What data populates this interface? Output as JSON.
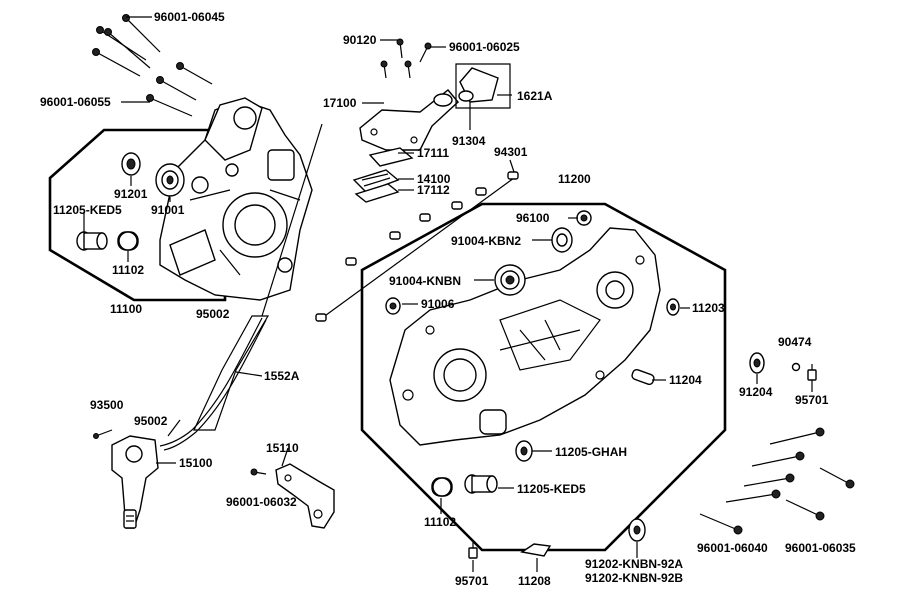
{
  "labels": {
    "l_96001_06045": "96001-06045",
    "l_96001_06055": "96001-06055",
    "l_90120": "90120",
    "l_96001_06025": "96001-06025",
    "l_17100": "17100",
    "l_1621A": "1621A",
    "l_91304": "91304",
    "l_17111": "17111",
    "l_14100": "14100",
    "l_17112": "17112",
    "l_94301": "94301",
    "l_11200": "11200",
    "l_96100": "96100",
    "l_91004_KBN2": "91004-KBN2",
    "l_91201": "91201",
    "l_91001": "91001",
    "l_11205_KED5_left": "11205-KED5",
    "l_11102_left": "11102",
    "l_11100": "11100",
    "l_91004_KNBN": "91004-KNBN",
    "l_91006": "91006",
    "l_11203": "11203",
    "l_95002_top": "95002",
    "l_1552A": "1552A",
    "l_90474": "90474",
    "l_91204": "91204",
    "l_95701_right": "95701",
    "l_11204": "11204",
    "l_93500": "93500",
    "l_95002_bottom": "95002",
    "l_15110": "15110",
    "l_15100": "15100",
    "l_11205_GHAH": "11205-GHAH",
    "l_96001_06032": "96001-06032",
    "l_11205_KED5_right": "11205-KED5",
    "l_11102_right": "11102",
    "l_95701_bottom": "95701",
    "l_11208": "11208",
    "l_91202_KNBN_92A": "91202-KNBN-92A",
    "l_91202_KNBN_92B": "91202-KNBN-92B",
    "l_96001_06040": "96001-06040",
    "l_96001_06035": "96001-06035"
  }
}
